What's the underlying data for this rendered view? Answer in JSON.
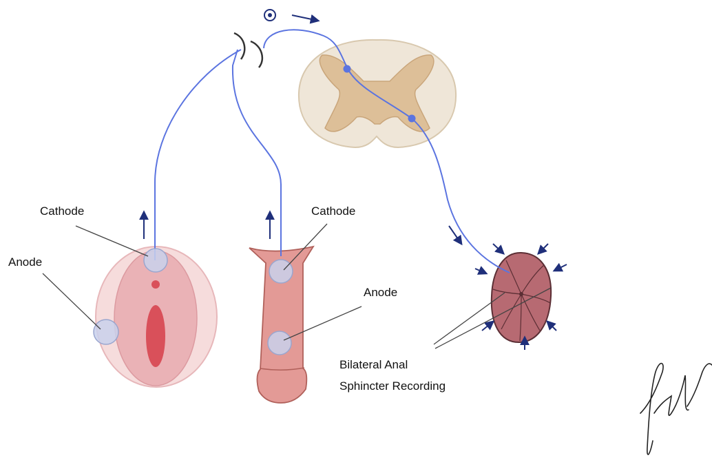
{
  "labels": {
    "cathode_left": "Cathode",
    "anode_left": "Anode",
    "cathode_right": "Cathode",
    "anode_right": "Anode",
    "recording_line1": "Bilateral Anal",
    "recording_line2": "Sphincter Recording"
  },
  "colors": {
    "nerve": "#5b74e0",
    "arrow": "#1f2f7a",
    "electrode": "#c9d1ec",
    "vulva_outer": "#f6dcdc",
    "vulva_inner": "#eab2b6",
    "vulva_opening": "#d9505a",
    "penis": "#e39a96",
    "penis_outline": "#b0605a",
    "spinal_white": "#efe6d8",
    "spinal_gray": "#ddbf98",
    "sphincter": "#b76a72",
    "sphincter_outline": "#5b2e34"
  },
  "icons": [
    "direction-arrow-icon",
    "nerve-break-icon",
    "signal-dot-icon"
  ]
}
